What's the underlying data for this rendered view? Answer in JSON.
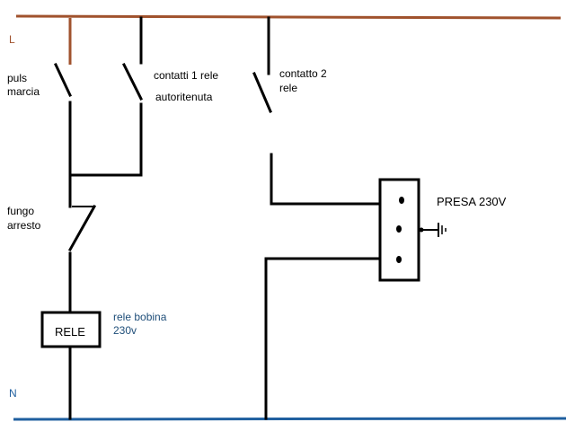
{
  "rails": {
    "live": {
      "label": "L",
      "color": "#a0522d"
    },
    "neutral": {
      "label": "N",
      "color": "#1f5f9f"
    }
  },
  "push_button_start": {
    "label_line1": "puls",
    "label_line2": "marcia"
  },
  "relay_contact_1": {
    "label_line1": "contatti 1 rele",
    "label_line2": "autoritenuta"
  },
  "relay_contact_2": {
    "label_line1": "contatto 2",
    "label_line2": "rele"
  },
  "emergency_stop": {
    "label_line1": "fungo",
    "label_line2": "arresto"
  },
  "relay_coil": {
    "box_label": "RELE",
    "label_line1": "rele bobina",
    "label_line2": "230v",
    "label_color": "#1f4e79"
  },
  "socket": {
    "label": "PRESA 230V"
  }
}
